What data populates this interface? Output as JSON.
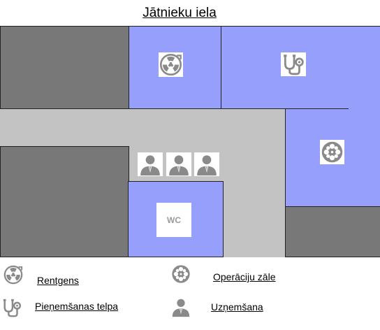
{
  "map": {
    "street_name": "Jātnieku iela",
    "wc_label": "WC",
    "colors": {
      "room_blue": "#969ffc",
      "room_dark": "#787878",
      "corridor": "#c3c3c3",
      "icon_gray": "#8a8a8a",
      "border": "#222222"
    },
    "room_icons": [
      "radiation-icon",
      "stethoscope-icon",
      "film-reel-icon",
      "person-icon",
      "person-icon",
      "person-icon"
    ]
  },
  "legend": [
    {
      "icon": "radiation-icon",
      "label": "Rentgens"
    },
    {
      "icon": "film-reel-icon",
      "label": "Operāciju zāle"
    },
    {
      "icon": "stethoscope-icon",
      "label": "Pieņemšanas telpa"
    },
    {
      "icon": "person-icon",
      "label": "Uzņemšana"
    }
  ]
}
